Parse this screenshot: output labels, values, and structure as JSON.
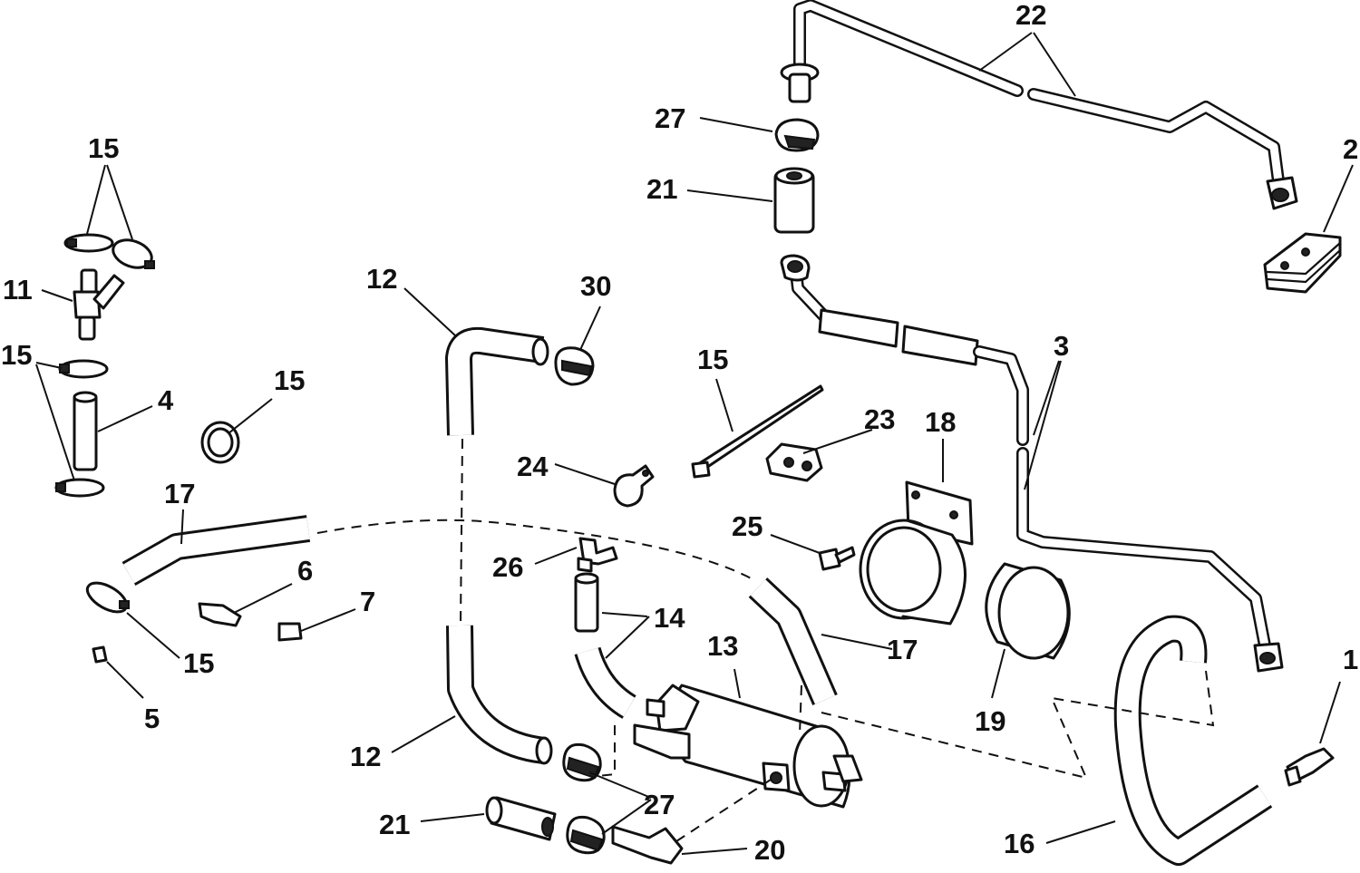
{
  "diagram": {
    "callouts": [
      {
        "id": "c22",
        "text": "22"
      },
      {
        "id": "c2",
        "text": "2"
      },
      {
        "id": "c27a",
        "text": "27"
      },
      {
        "id": "c21a",
        "text": "21"
      },
      {
        "id": "c15a",
        "text": "15"
      },
      {
        "id": "c11",
        "text": "11"
      },
      {
        "id": "c15b",
        "text": "15"
      },
      {
        "id": "c4",
        "text": "4"
      },
      {
        "id": "c15c",
        "text": "15"
      },
      {
        "id": "c12a",
        "text": "12"
      },
      {
        "id": "c30",
        "text": "30"
      },
      {
        "id": "c15d",
        "text": "15"
      },
      {
        "id": "c3",
        "text": "3"
      },
      {
        "id": "c23",
        "text": "23"
      },
      {
        "id": "c18",
        "text": "18"
      },
      {
        "id": "c24",
        "text": "24"
      },
      {
        "id": "c17a",
        "text": "17"
      },
      {
        "id": "c25",
        "text": "25"
      },
      {
        "id": "c26",
        "text": "26"
      },
      {
        "id": "c6",
        "text": "6"
      },
      {
        "id": "c7",
        "text": "7"
      },
      {
        "id": "c14",
        "text": "14"
      },
      {
        "id": "c15e",
        "text": "15"
      },
      {
        "id": "c13",
        "text": "13"
      },
      {
        "id": "c17b",
        "text": "17"
      },
      {
        "id": "c1",
        "text": "1"
      },
      {
        "id": "c5",
        "text": "5"
      },
      {
        "id": "c19",
        "text": "19"
      },
      {
        "id": "c12b",
        "text": "12"
      },
      {
        "id": "c27b",
        "text": "27"
      },
      {
        "id": "c21b",
        "text": "21"
      },
      {
        "id": "c20",
        "text": "20"
      },
      {
        "id": "c16",
        "text": "16"
      }
    ]
  }
}
